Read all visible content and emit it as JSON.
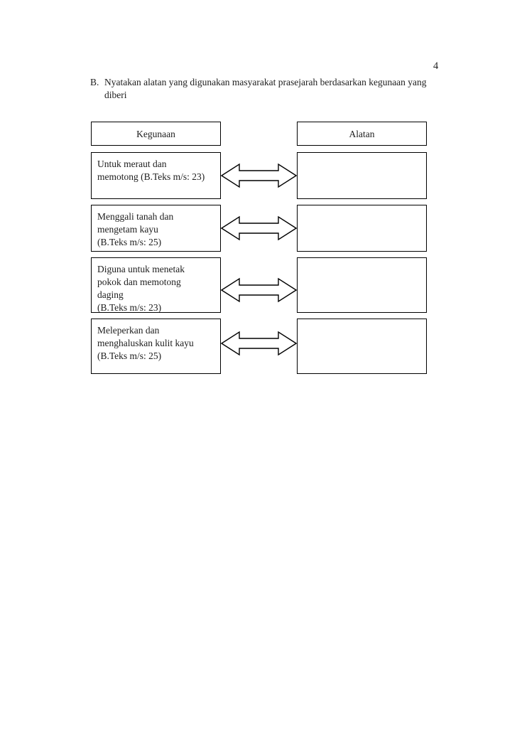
{
  "page": {
    "number": "4",
    "paper_color": "#ffffff",
    "ink_color": "#1d1d1d"
  },
  "question": {
    "label": "B.",
    "text": "Nyatakan alatan yang digunakan masyarakat prasejarah berdasarkan kegunaan yang diberi"
  },
  "table": {
    "headers": {
      "left": "Kegunaan",
      "right": "Alatan"
    },
    "rows": [
      {
        "use": "Untuk meraut dan\nmemotong (B.Teks m/s: 23)",
        "answer": "",
        "connector": "double-headed-arrow"
      },
      {
        "use": "Menggali tanah dan\nmengetam kayu\n(B.Teks m/s: 25)",
        "answer": "",
        "connector": "double-headed-arrow"
      },
      {
        "use": "Diguna untuk menetak\npokok dan memotong\ndaging\n(B.Teks m/s: 23)",
        "answer": "",
        "connector": "double-headed-arrow"
      },
      {
        "use": "Meleperkan dan\nmenghaluskan kulit kayu\n(B.Teks m/s: 25)",
        "answer": "",
        "connector": "double-headed-arrow"
      }
    ]
  }
}
